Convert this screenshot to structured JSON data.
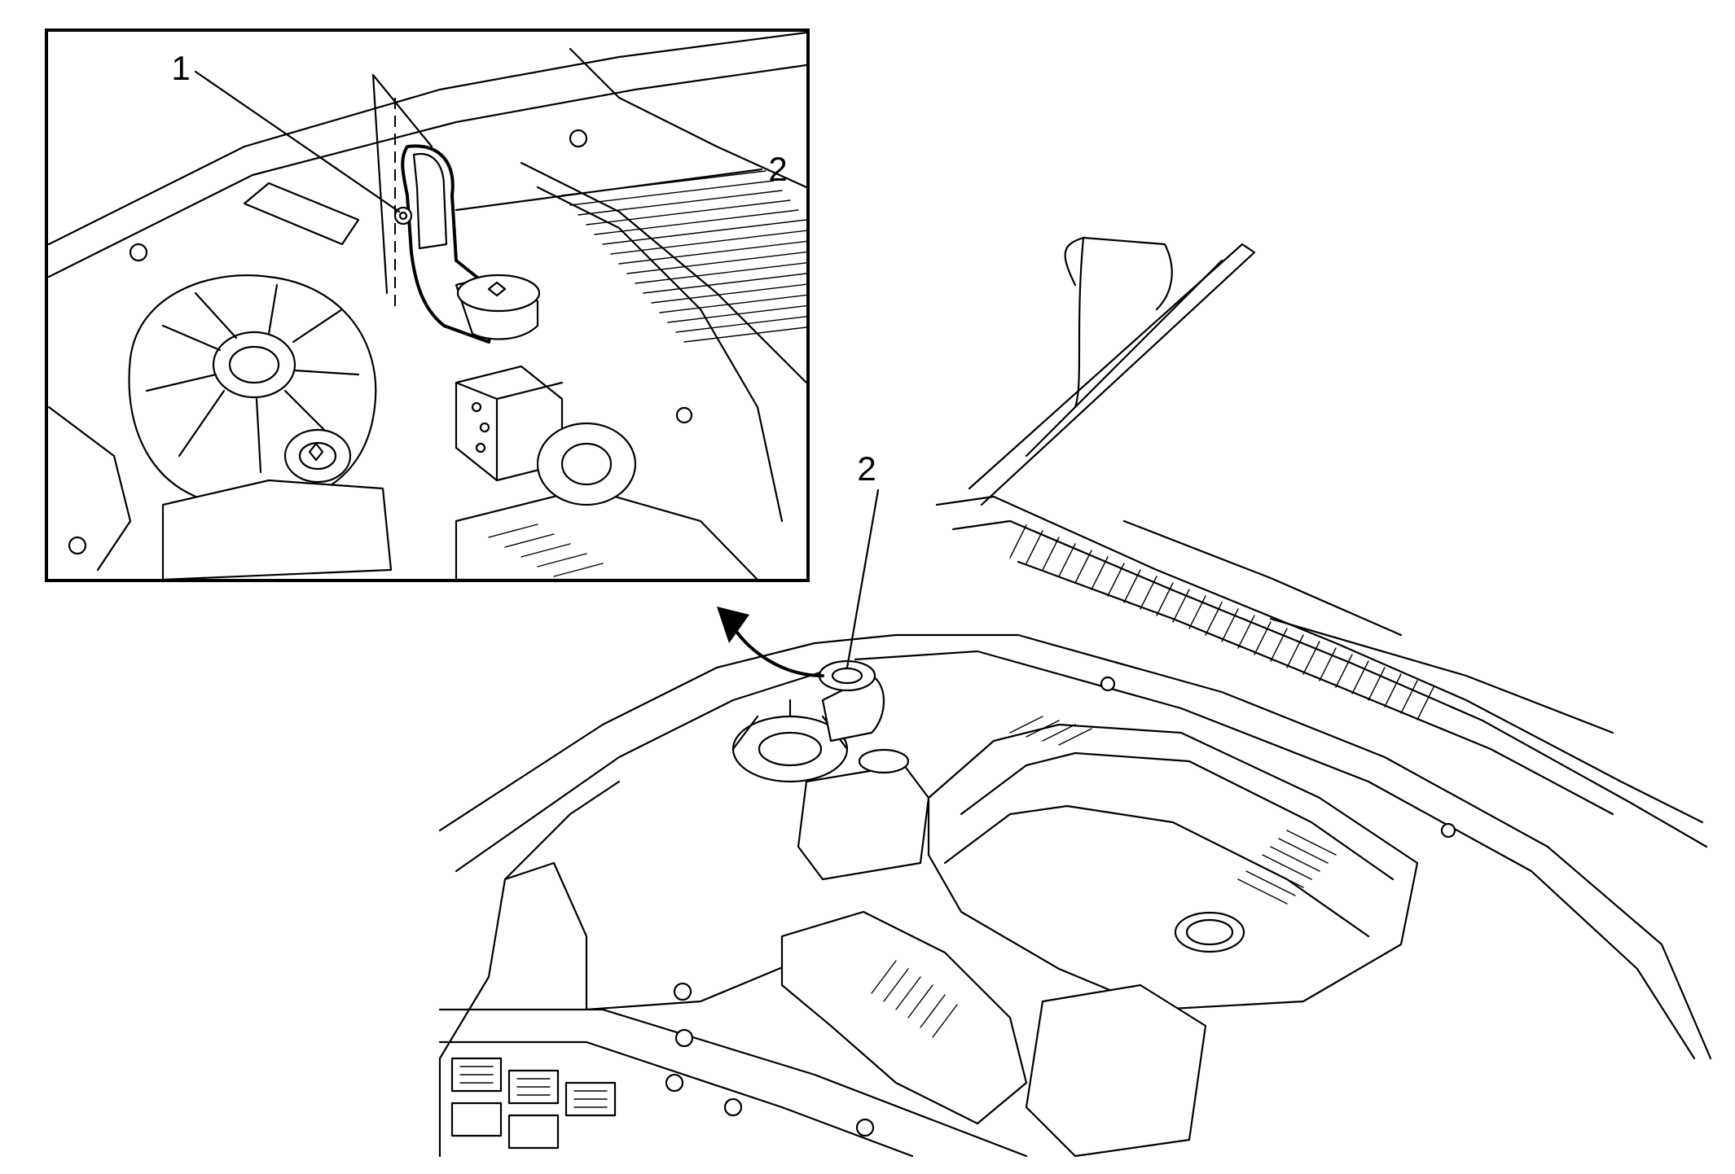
{
  "callouts": {
    "inset_1": "1",
    "inset_2": "2",
    "main_2": "2"
  }
}
